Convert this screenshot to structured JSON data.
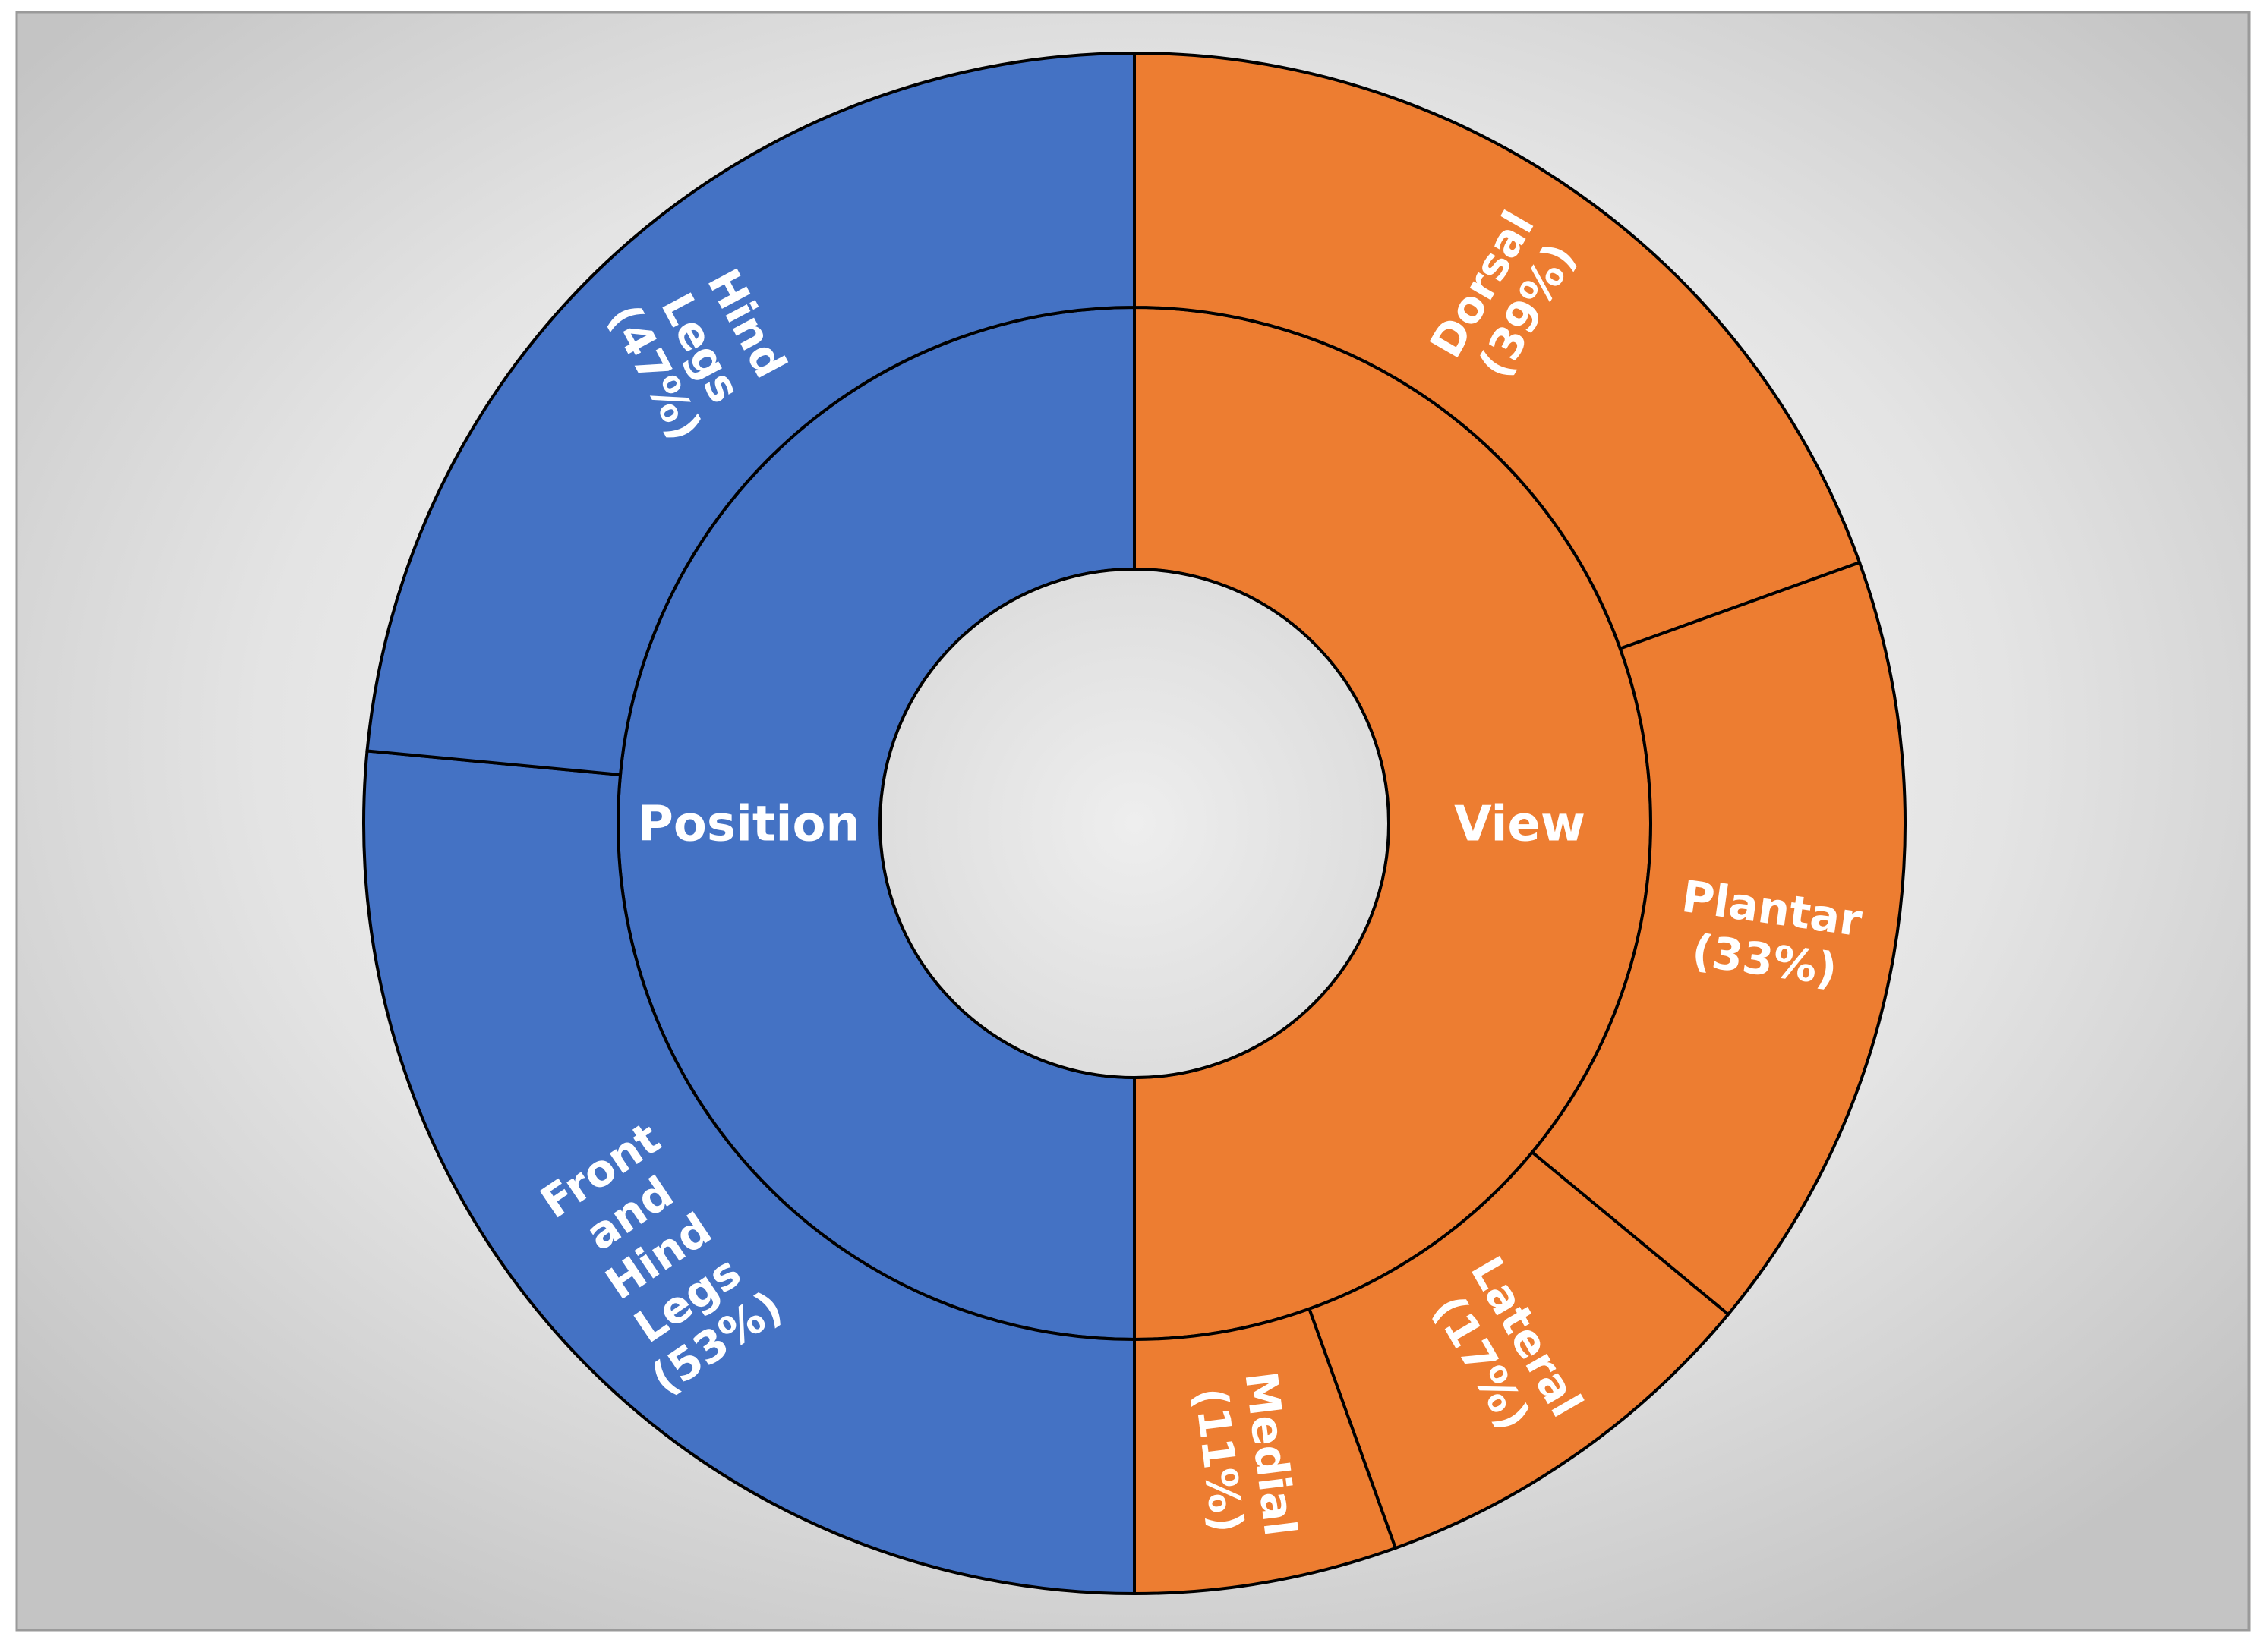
{
  "chart_data": {
    "type": "sunburst",
    "title": "",
    "colors": {
      "position": "#4472C4",
      "view": "#ED7D31",
      "center": "#e6e6e6",
      "stroke": "#000000",
      "label": "#ffffff"
    },
    "inner_ring": [
      {
        "label": "Position",
        "value": 50,
        "color": "#4472C4"
      },
      {
        "label": "View",
        "value": 50,
        "color": "#ED7D31"
      }
    ],
    "outer_ring": [
      {
        "parent": "View",
        "label_lines": [
          "Dorsal",
          "(39%)"
        ],
        "name": "Dorsal",
        "percent": 39,
        "color": "#ED7D31"
      },
      {
        "parent": "View",
        "label_lines": [
          "Plantar",
          "(33%)"
        ],
        "name": "Plantar",
        "percent": 33,
        "color": "#ED7D31"
      },
      {
        "parent": "View",
        "label_lines": [
          "Lateral",
          "(17%)"
        ],
        "name": "Lateral",
        "percent": 17,
        "color": "#ED7D31"
      },
      {
        "parent": "View",
        "label_lines": [
          "Medial",
          "(11%)"
        ],
        "name": "Medial",
        "percent": 11,
        "color": "#ED7D31"
      },
      {
        "parent": "Position",
        "label_lines": [
          "Front",
          "and",
          "Hind",
          "Legs",
          "(53%)"
        ],
        "name": "Front and Hind Legs",
        "percent": 53,
        "color": "#4472C4"
      },
      {
        "parent": "Position",
        "label_lines": [
          "Hind",
          "Legs",
          "(47%)"
        ],
        "name": "Hind Legs",
        "percent": 47,
        "color": "#4472C4"
      }
    ]
  }
}
